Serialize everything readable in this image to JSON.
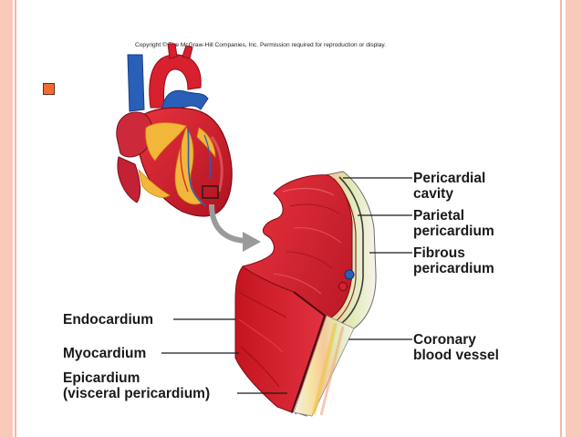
{
  "copyright": "Copyright © The McGraw-Hill Companies, Inc. Permission required for reproduction or display.",
  "labels": {
    "pericardial_cavity": [
      "Pericardial",
      "cavity"
    ],
    "parietal_pericardium": [
      "Parietal",
      "pericardium"
    ],
    "fibrous_pericardium": [
      "Fibrous",
      "pericardium"
    ],
    "coronary_blood_vessel": [
      "Coronary",
      "blood vessel"
    ],
    "endocardium": "Endocardium",
    "myocardium": "Myocardium",
    "epicardium": [
      "Epicardium",
      "(visceral pericardium)"
    ]
  },
  "colors": {
    "border": "#f7c9b9",
    "bullet": "#f26b35",
    "muscle": "#d9202e",
    "fat": "#f2b63a",
    "vein": "#2a5fb8"
  }
}
